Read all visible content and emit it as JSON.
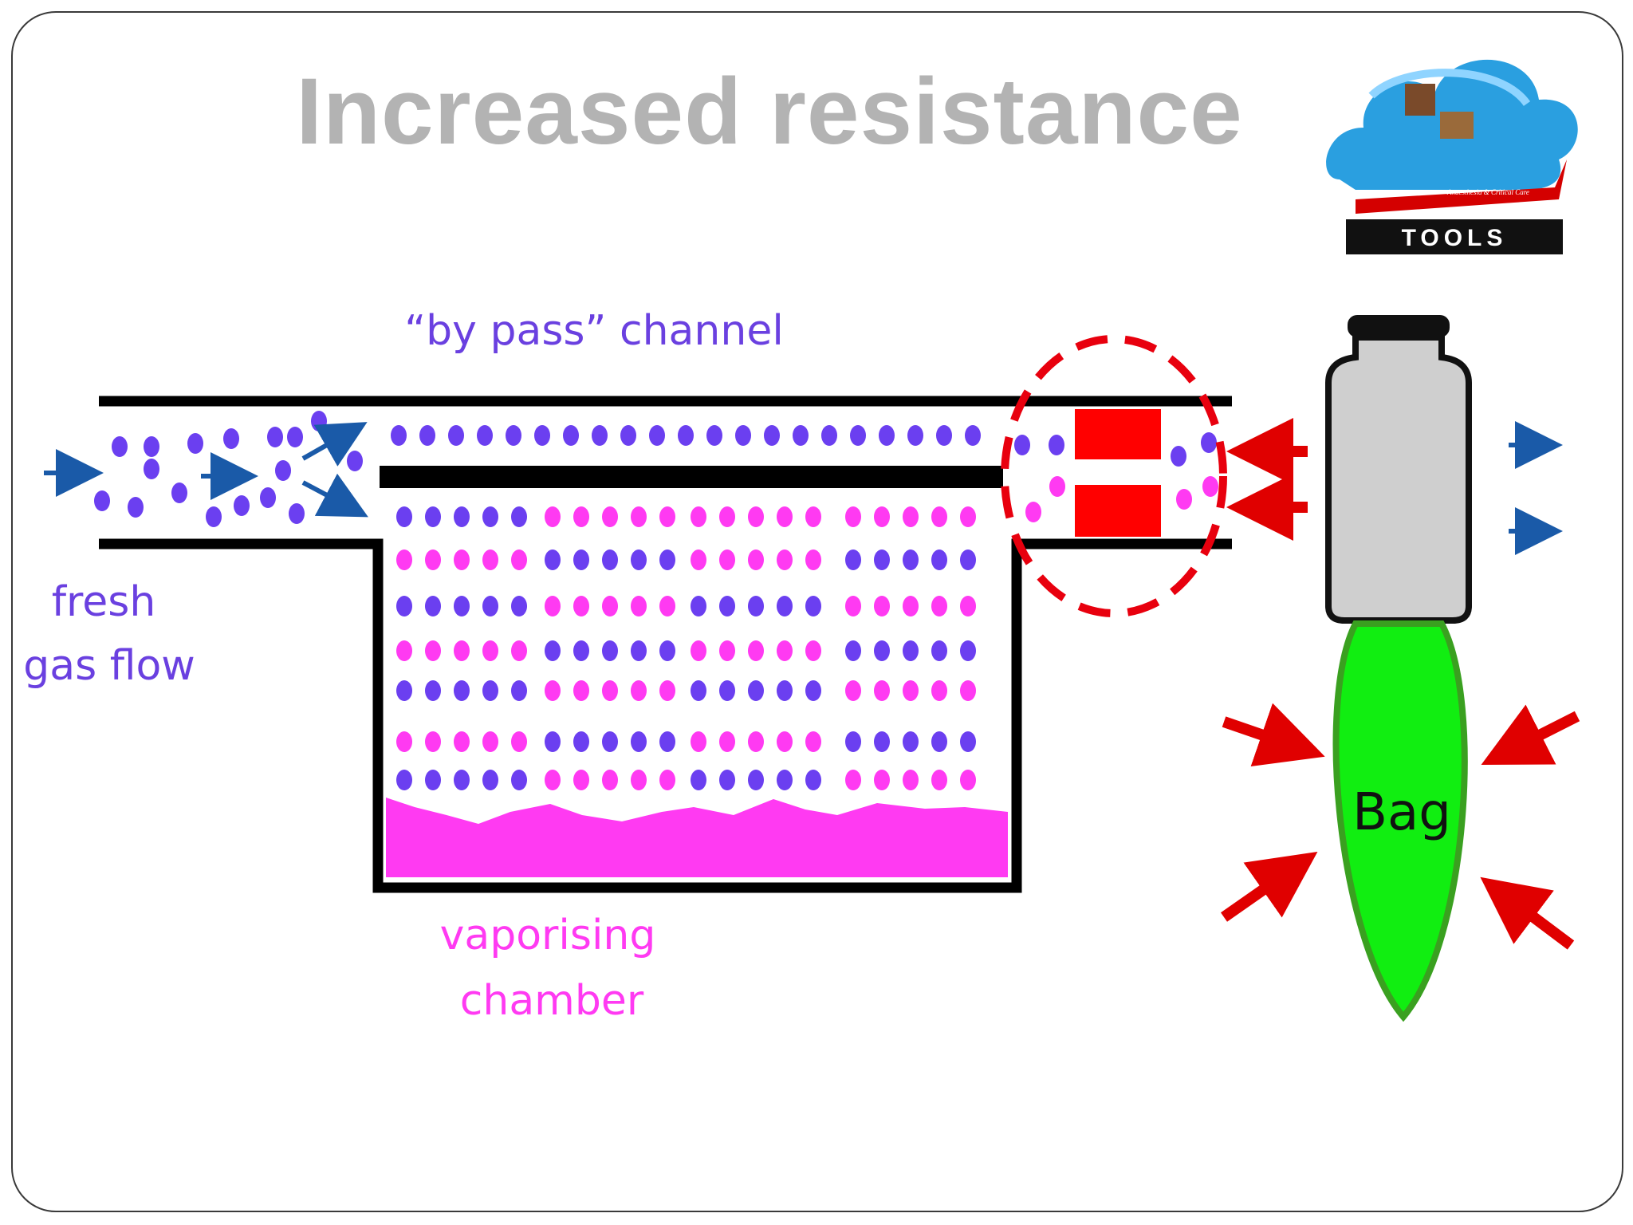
{
  "slide": {
    "title": "Increased resistance"
  },
  "logo": {
    "caption": "Anaesthesia & Critical Care",
    "text": "TOOLS"
  },
  "labels": {
    "bypass": "“by pass” channel",
    "fresh_line1": "fresh",
    "fresh_line2": "gas flow",
    "chamber_line1": "vaporising",
    "chamber_line2": "chamber",
    "bag": "Bag"
  },
  "colors": {
    "title": "#b3b3b3",
    "bypass_gas": "#6b3ff0",
    "vapour": "#ff3af2",
    "liquid": "#ff3af2",
    "flow_arrow": "#1a5aa8",
    "restriction": "#ff0000",
    "bag": "#11ee11",
    "bottle": "#cfcfcf"
  }
}
